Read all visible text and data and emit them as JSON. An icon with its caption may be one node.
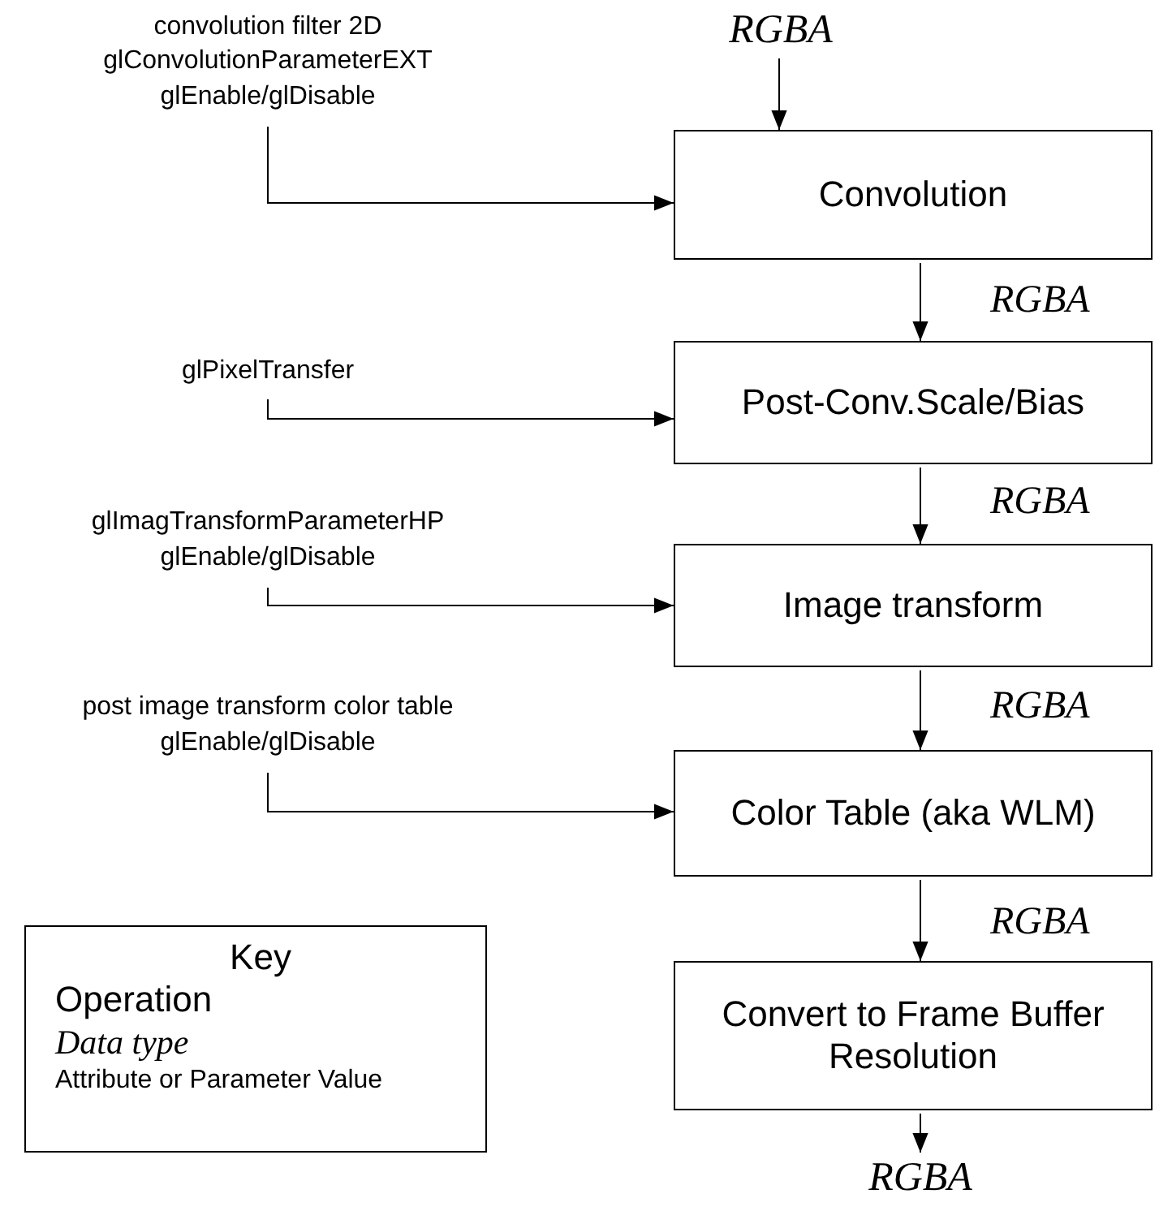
{
  "diagram": {
    "nodes": [
      {
        "text": [
          "RGBA"
        ]
      },
      {
        "text": [
          "Convolution"
        ]
      },
      {
        "text": [
          "Post-Conv.Scale/Bias"
        ]
      },
      {
        "text": [
          "Image transform"
        ]
      },
      {
        "text": [
          "Color Table (aka WLM)"
        ]
      },
      {
        "text": [
          "Convert to Frame Buffer Resolution"
        ]
      },
      {
        "text": [
          "RGBA"
        ]
      },
      {
        "text": [
          "convolution filter 2D",
          "glConvolutionParameterEXT",
          "glEnable/glDisable"
        ]
      },
      {
        "text": [
          "glPixelTransfer"
        ]
      },
      {
        "text": [
          "glImagTransformParameterHP",
          "glEnable/glDisable"
        ]
      },
      {
        "text": [
          "post image transform color table",
          "glEnable/glDisable"
        ]
      },
      {
        "text": [
          "Key",
          "Operation",
          "Data type",
          "Attribute or Parameter Value"
        ]
      }
    ],
    "edges": [
      {
        "from": 0,
        "to": 1,
        "arrow": "to"
      },
      {
        "from": 1,
        "to": 2,
        "arrow": "to",
        "label": "RGBA"
      },
      {
        "from": 2,
        "to": 3,
        "arrow": "to",
        "label": "RGBA"
      },
      {
        "from": 3,
        "to": 4,
        "arrow": "to",
        "label": "RGBA"
      },
      {
        "from": 4,
        "to": 5,
        "arrow": "to",
        "label": "RGBA"
      },
      {
        "from": 5,
        "to": 6,
        "arrow": "to"
      },
      {
        "from": 7,
        "to": 1,
        "arrow": "to"
      },
      {
        "from": 8,
        "to": 2,
        "arrow": "to"
      },
      {
        "from": 9,
        "to": 3,
        "arrow": "to"
      },
      {
        "from": 10,
        "to": 4,
        "arrow": "to"
      }
    ]
  }
}
